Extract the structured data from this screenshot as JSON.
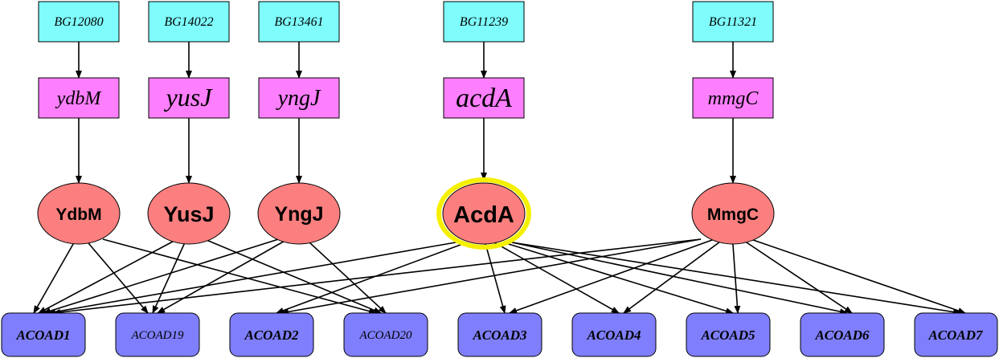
{
  "colors": {
    "gene_id_fill": "#7ffdfd",
    "gene_name_fill": "#fd7ffd",
    "protein_fill": "#fb7f7f",
    "reaction_fill": "#7f7ffd",
    "highlight": "#f5f000",
    "edge": "#000000"
  },
  "gene_ids": [
    {
      "id": "g1",
      "label": "BG12080"
    },
    {
      "id": "g2",
      "label": "BG14022"
    },
    {
      "id": "g3",
      "label": "BG13461"
    },
    {
      "id": "g4",
      "label": "BG11239"
    },
    {
      "id": "g5",
      "label": "BG11321"
    }
  ],
  "gene_names": [
    {
      "id": "n1",
      "label": "ydbM"
    },
    {
      "id": "n2",
      "label": "yusJ"
    },
    {
      "id": "n3",
      "label": "yngJ"
    },
    {
      "id": "n4",
      "label": "acdA"
    },
    {
      "id": "n5",
      "label": "mmgC"
    }
  ],
  "proteins": [
    {
      "id": "p1",
      "label": "YdbM",
      "highlighted": false
    },
    {
      "id": "p2",
      "label": "YusJ",
      "highlighted": false
    },
    {
      "id": "p3",
      "label": "YngJ",
      "highlighted": false
    },
    {
      "id": "p4",
      "label": "AcdA",
      "highlighted": true
    },
    {
      "id": "p5",
      "label": "MmgC",
      "highlighted": false
    }
  ],
  "reactions": [
    {
      "id": "r1",
      "label": "ACOAD1"
    },
    {
      "id": "r19",
      "label": "ACOAD19"
    },
    {
      "id": "r2",
      "label": "ACOAD2"
    },
    {
      "id": "r20",
      "label": "ACOAD20"
    },
    {
      "id": "r3",
      "label": "ACOAD3"
    },
    {
      "id": "r4",
      "label": "ACOAD4"
    },
    {
      "id": "r5",
      "label": "ACOAD5"
    },
    {
      "id": "r6",
      "label": "ACOAD6"
    },
    {
      "id": "r7",
      "label": "ACOAD7"
    }
  ],
  "edges": [
    [
      "g1",
      "n1"
    ],
    [
      "g2",
      "n2"
    ],
    [
      "g3",
      "n3"
    ],
    [
      "g4",
      "n4"
    ],
    [
      "g5",
      "n5"
    ],
    [
      "n1",
      "p1"
    ],
    [
      "n2",
      "p2"
    ],
    [
      "n3",
      "p3"
    ],
    [
      "n4",
      "p4"
    ],
    [
      "n5",
      "p5"
    ],
    [
      "p1",
      "r1"
    ],
    [
      "p1",
      "r19"
    ],
    [
      "p1",
      "r20"
    ],
    [
      "p2",
      "r1"
    ],
    [
      "p2",
      "r19"
    ],
    [
      "p2",
      "r20"
    ],
    [
      "p3",
      "r1"
    ],
    [
      "p3",
      "r19"
    ],
    [
      "p3",
      "r20"
    ],
    [
      "p4",
      "r1"
    ],
    [
      "p4",
      "r2"
    ],
    [
      "p4",
      "r3"
    ],
    [
      "p4",
      "r4"
    ],
    [
      "p4",
      "r5"
    ],
    [
      "p4",
      "r6"
    ],
    [
      "p4",
      "r7"
    ],
    [
      "p5",
      "r1"
    ],
    [
      "p5",
      "r2"
    ],
    [
      "p5",
      "r3"
    ],
    [
      "p5",
      "r4"
    ],
    [
      "p5",
      "r5"
    ],
    [
      "p5",
      "r6"
    ],
    [
      "p5",
      "r7"
    ]
  ]
}
